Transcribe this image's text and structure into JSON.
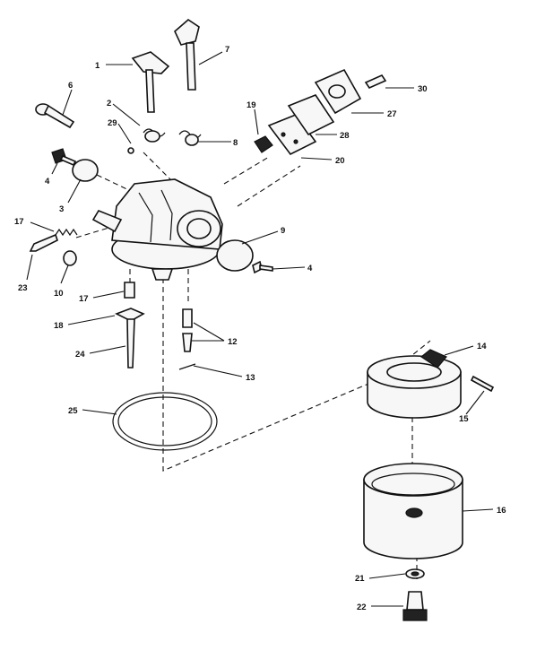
{
  "callouts": [
    {
      "key": "c1",
      "text": "1"
    },
    {
      "key": "c7",
      "text": "7"
    },
    {
      "key": "c6a",
      "text": "6"
    },
    {
      "key": "c2",
      "text": "2"
    },
    {
      "key": "c29",
      "text": "29"
    },
    {
      "key": "c19",
      "text": "19"
    },
    {
      "key": "c30",
      "text": "30"
    },
    {
      "key": "c27",
      "text": "27"
    },
    {
      "key": "c28",
      "text": "28"
    },
    {
      "key": "c20",
      "text": "20"
    },
    {
      "key": "c8",
      "text": "8"
    },
    {
      "key": "c4a",
      "text": "4"
    },
    {
      "key": "c3",
      "text": "3"
    },
    {
      "key": "c17a",
      "text": "17"
    },
    {
      "key": "c23",
      "text": "23"
    },
    {
      "key": "c10",
      "text": "10"
    },
    {
      "key": "c17b",
      "text": "17"
    },
    {
      "key": "c9",
      "text": "9"
    },
    {
      "key": "c4b",
      "text": "4"
    },
    {
      "key": "c18",
      "text": "18"
    },
    {
      "key": "c24",
      "text": "24"
    },
    {
      "key": "c12",
      "text": "12"
    },
    {
      "key": "c13",
      "text": "13"
    },
    {
      "key": "c25",
      "text": "25"
    },
    {
      "key": "c14",
      "text": "14"
    },
    {
      "key": "c15",
      "text": "15"
    },
    {
      "key": "c16",
      "text": "16"
    },
    {
      "key": "c21",
      "text": "21"
    },
    {
      "key": "c22",
      "text": "22"
    }
  ]
}
